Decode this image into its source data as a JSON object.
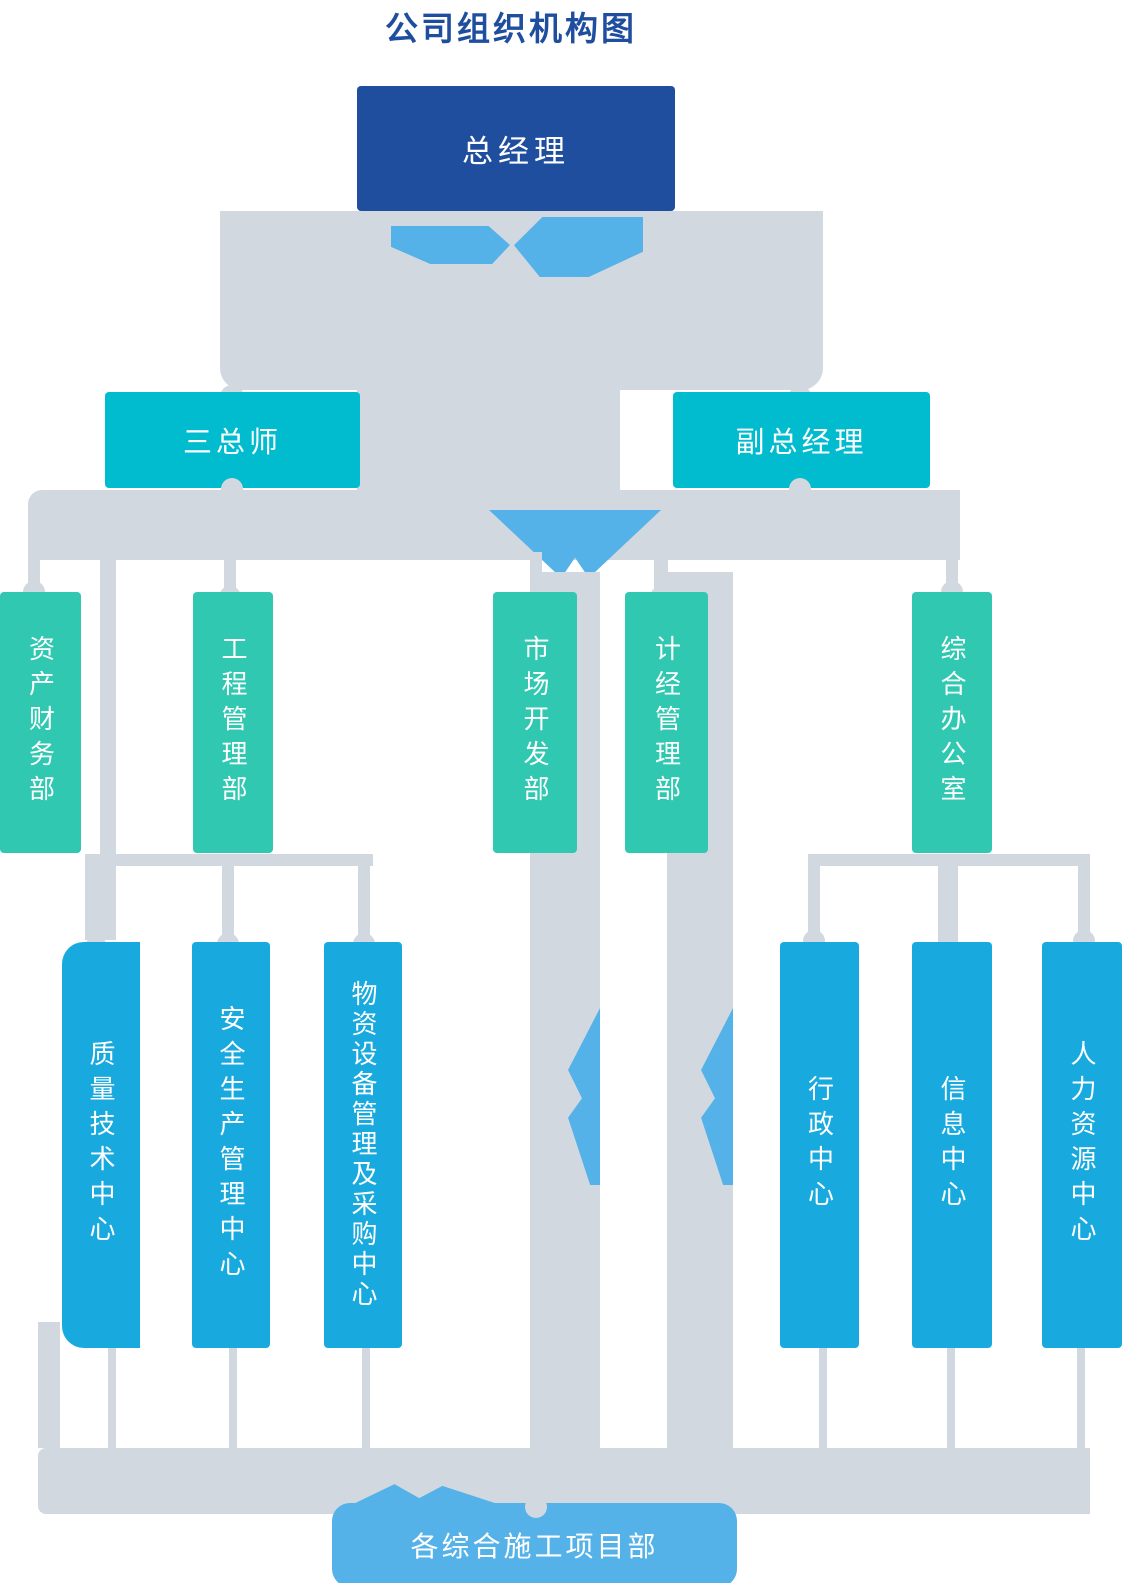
{
  "org": {
    "title": "公司组织机构图",
    "nodes": {
      "gm": "总经理",
      "l2": [
        "三总师",
        "副总经理"
      ],
      "l3": [
        "资产财务部",
        "工程管理部",
        "市场开发部",
        "计经管理部",
        "综合办公室"
      ],
      "l4": [
        "质量技术中心",
        "安全生产管理中心",
        "物资设备管理及采购中心",
        "行政中心",
        "信息中心",
        "人力资源中心"
      ],
      "bottom": "各综合施工项目部"
    }
  },
  "colors": {
    "gray": "#D2D8E0",
    "dark_blue": "#1F4E9E",
    "cyan": "#00BCCE",
    "teal": "#30C8B1",
    "blue": "#18AADF",
    "light_blue": "#55B2E8"
  }
}
